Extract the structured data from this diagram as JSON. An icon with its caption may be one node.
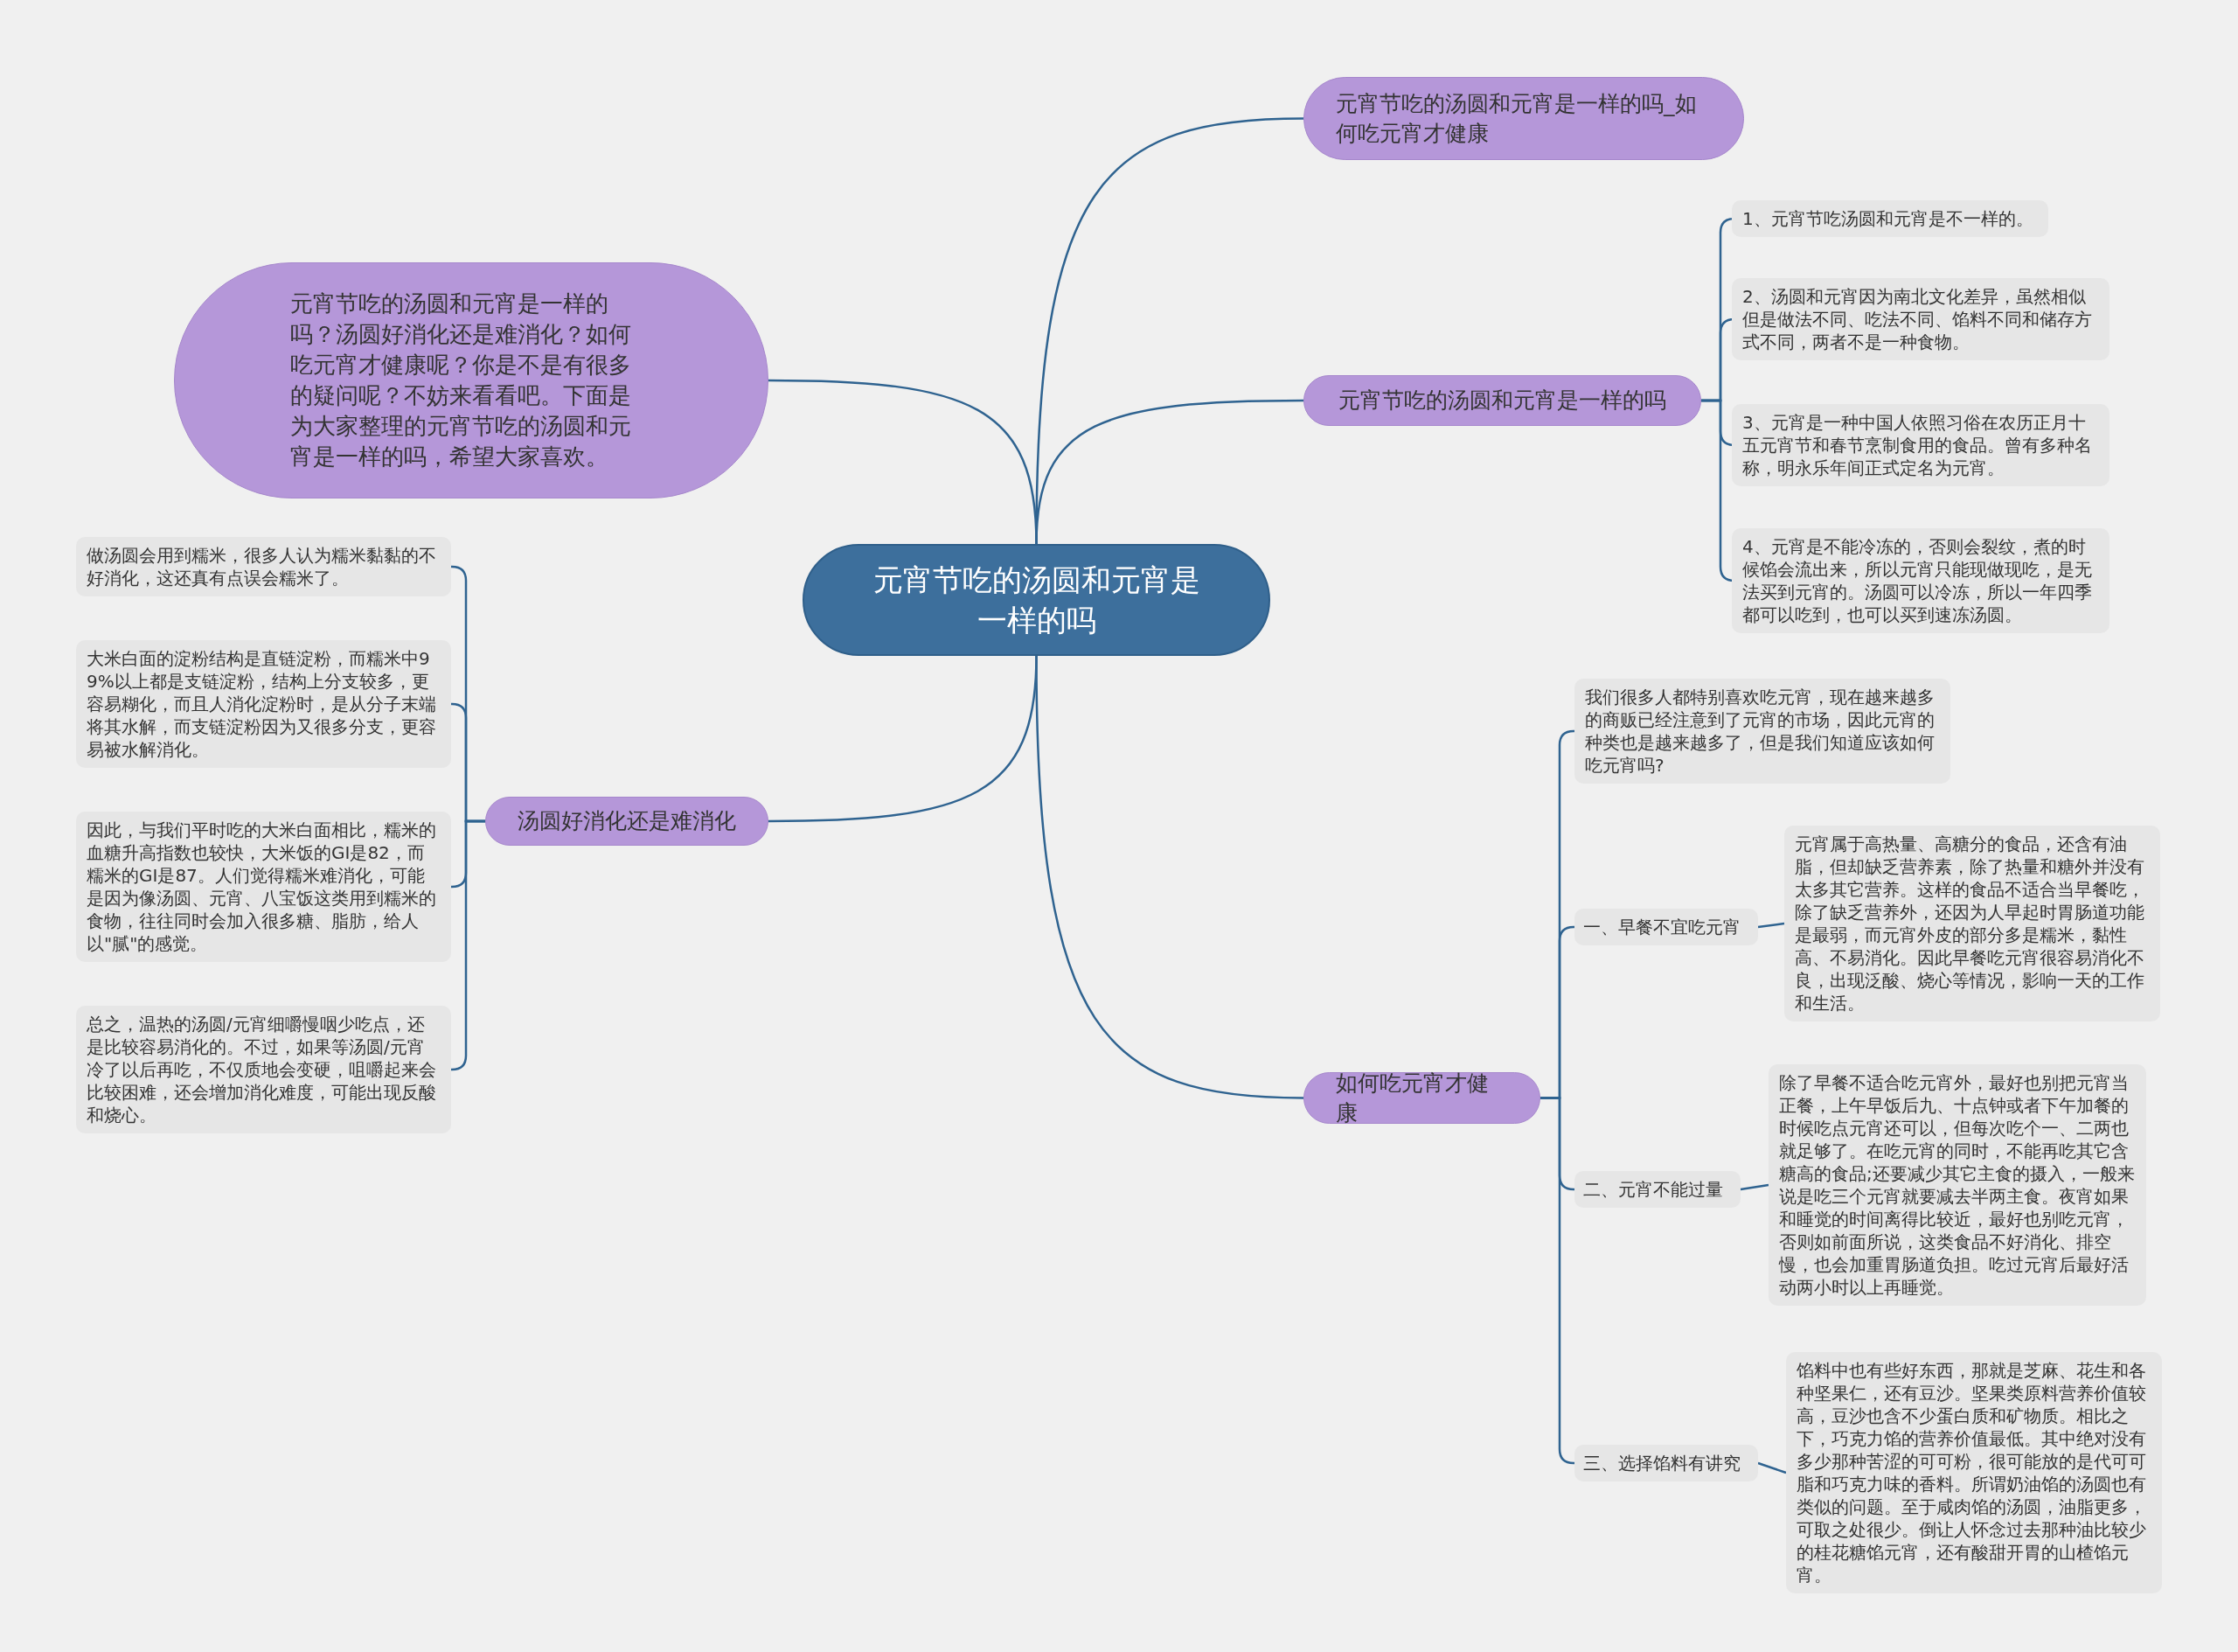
{
  "diagram": {
    "nodes": [
      {
        "text": [
          "元宵节吃的汤圆和元宵是一样的吗"
        ]
      },
      {
        "text": [
          "元宵节吃的汤圆和元宵是一样的吗_如何吃元宵才健康"
        ]
      },
      {
        "text": [
          "元宵节吃的汤圆和元宵是一样的吗？汤圆好消化还是难消化？如何吃元宵才健康呢？你是不是有很多的疑问呢？不妨来看看吧。下面是为大家整理的元宵节吃的汤圆和元宵是一样的吗，希望大家喜欢。"
        ]
      },
      {
        "text": [
          "元宵节吃的汤圆和元宵是一样的吗"
        ]
      },
      {
        "text": [
          "1、元宵节吃汤圆和元宵是不一样的。"
        ]
      },
      {
        "text": [
          "2、汤圆和元宵因为南北文化差异，虽然相似但是做法不同、吃法不同、馅料不同和储存方式不同，两者不是一种食物。"
        ]
      },
      {
        "text": [
          "3、元宵是一种中国人依照习俗在农历正月十五元宵节和春节烹制食用的食品。曾有多种名称，明永乐年间正式定名为元宵。"
        ]
      },
      {
        "text": [
          "4、元宵是不能冷冻的，否则会裂纹，煮的时候馅会流出来，所以元宵只能现做现吃，是无法买到元宵的。汤圆可以冷冻，所以一年四季都可以吃到，也可以买到速冻汤圆。"
        ]
      },
      {
        "text": [
          "汤圆好消化还是难消化"
        ]
      },
      {
        "text": [
          "做汤圆会用到糯米，很多人认为糯米黏黏的不好消化，这还真有点误会糯米了。"
        ]
      },
      {
        "text": [
          "大米白面的淀粉结构是直链淀粉，而糯米中99%以上都是支链淀粉，结构上分支较多，更容易糊化，而且人消化淀粉时，是从分子末端将其水解，而支链淀粉因为又很多分支，更容易被水解消化。"
        ]
      },
      {
        "text": [
          "因此，与我们平时吃的大米白面相比，糯米的血糖升高指数也较快，大米饭的GI是82，而糯米的GI是87。人们觉得糯米难消化，可能是因为像汤圆、元宵、八宝饭这类用到糯米的食物，往往同时会加入很多糖、脂肪，给人以\"腻\"的感觉。"
        ]
      },
      {
        "text": [
          "总之，温热的汤圆/元宵细嚼慢咽少吃点，还是比较容易消化的。不过，如果等汤圆/元宵冷了以后再吃，不仅质地会变硬，咀嚼起来会比较困难，还会增加消化难度，可能出现反酸和烧心。"
        ]
      },
      {
        "text": [
          "如何吃元宵才健康"
        ]
      },
      {
        "text": [
          "我们很多人都特别喜欢吃元宵，现在越来越多的商贩已经注意到了元宵的市场，因此元宵的种类也是越来越多了，但是我们知道应该如何吃元宵吗?"
        ]
      },
      {
        "text": [
          "一、早餐不宜吃元宵"
        ]
      },
      {
        "text": [
          "元宵属于高热量、高糖分的食品，还含有油脂，但却缺乏营养素，除了热量和糖外并没有太多其它营养。这样的食品不适合当早餐吃，除了缺乏营养外，还因为人早起时胃肠道功能是最弱，而元宵外皮的部分多是糯米，黏性高、不易消化。因此早餐吃元宵很容易消化不良，出现泛酸、烧心等情况，影响一天的工作和生活。"
        ]
      },
      {
        "text": [
          "二、元宵不能过量"
        ]
      },
      {
        "text": [
          "除了早餐不适合吃元宵外，最好也别把元宵当正餐，上午早饭后九、十点钟或者下午加餐的时候吃点元宵还可以，但每次吃个一、二两也就足够了。在吃元宵的同时，不能再吃其它含糖高的食品;还要减少其它主食的摄入，一般来说是吃三个元宵就要减去半两主食。夜宵如果和睡觉的时间离得比较近，最好也别吃元宵，否则如前面所说，这类食品不好消化、排空慢，也会加重胃肠道负担。吃过元宵后最好活动两小时以上再睡觉。"
        ]
      },
      {
        "text": [
          "三、选择馅料有讲究"
        ]
      },
      {
        "text": [
          "馅料中也有些好东西，那就是芝麻、花生和各种坚果仁，还有豆沙。坚果类原料营养价值较高，豆沙也含不少蛋白质和矿物质。相比之下，巧克力馅的营养价值最低。其中绝对没有多少那种苦涩的可可粉，很可能放的是代可可脂和巧克力味的香料。所谓奶油馅的汤圆也有类似的问题。至于咸肉馅的汤圆，油脂更多，可取之处很少。倒让人怀念过去那种油比较少的桂花糖馅元宵，还有酸甜开胃的山楂馅元宵。"
        ]
      }
    ],
    "edges": [
      {
        "from": 0,
        "to": 1,
        "arrow": "none"
      },
      {
        "from": 0,
        "to": 2,
        "arrow": "none"
      },
      {
        "from": 0,
        "to": 3,
        "arrow": "none"
      },
      {
        "from": 3,
        "to": 4,
        "arrow": "none"
      },
      {
        "from": 3,
        "to": 5,
        "arrow": "none"
      },
      {
        "from": 3,
        "to": 6,
        "arrow": "none"
      },
      {
        "from": 3,
        "to": 7,
        "arrow": "none"
      },
      {
        "from": 0,
        "to": 8,
        "arrow": "none"
      },
      {
        "from": 8,
        "to": 9,
        "arrow": "none"
      },
      {
        "from": 8,
        "to": 10,
        "arrow": "none"
      },
      {
        "from": 8,
        "to": 11,
        "arrow": "none"
      },
      {
        "from": 8,
        "to": 12,
        "arrow": "none"
      },
      {
        "from": 0,
        "to": 13,
        "arrow": "none"
      },
      {
        "from": 13,
        "to": 14,
        "arrow": "none"
      },
      {
        "from": 13,
        "to": 15,
        "arrow": "none"
      },
      {
        "from": 15,
        "to": 16,
        "arrow": "none"
      },
      {
        "from": 13,
        "to": 17,
        "arrow": "none"
      },
      {
        "from": 17,
        "to": 18,
        "arrow": "none"
      },
      {
        "from": 13,
        "to": 19,
        "arrow": "none"
      },
      {
        "from": 19,
        "to": 20,
        "arrow": "none"
      }
    ]
  }
}
